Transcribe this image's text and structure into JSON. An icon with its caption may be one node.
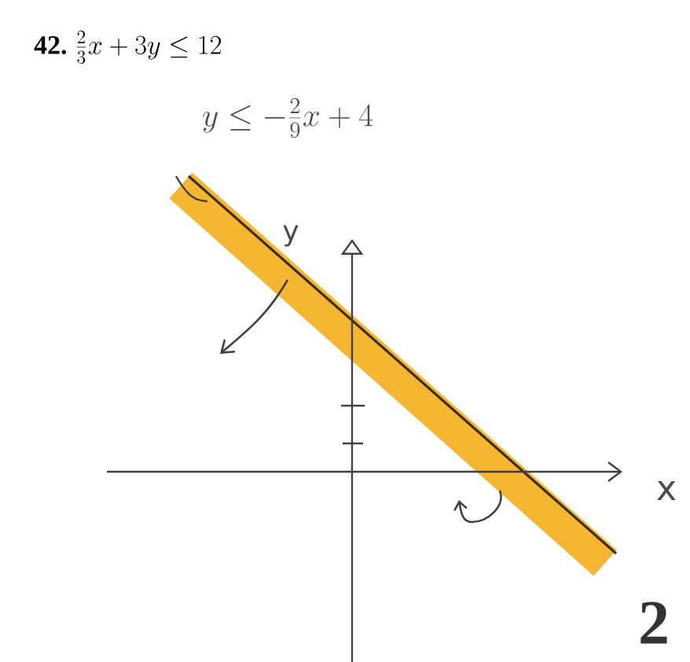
{
  "diagram": {
    "title": "\\textbf{42.}\\;\\frac{2}{3}x + 3y \\le 12",
    "labels": [
      "y \\le -\\frac{2}{9}x + 4",
      "y",
      "x",
      "2"
    ]
  }
}
